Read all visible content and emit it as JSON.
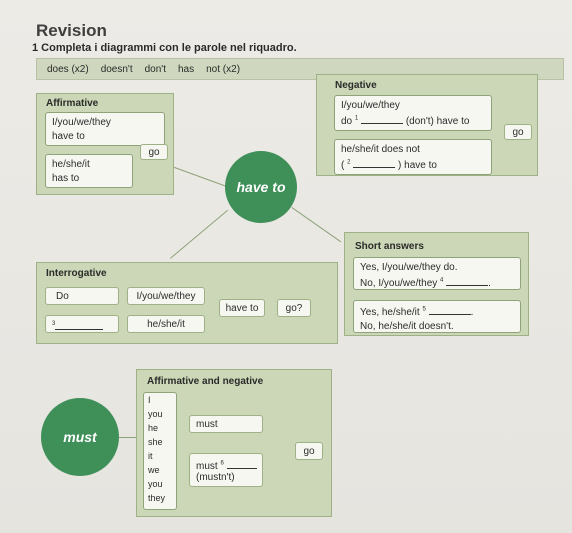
{
  "header": {
    "title": "Revision",
    "instruction": "1  Completa i diagrammi con le parole nel riquadro."
  },
  "word_box": [
    "does (x2)",
    "doesn't",
    "don't",
    "has",
    "not (x2)"
  ],
  "affirmative": {
    "title": "Affirmative",
    "line1": "I/you/we/they",
    "line2": "have to",
    "line3": "he/she/it",
    "line4": "has to",
    "go_label": "go"
  },
  "negative": {
    "title": "Negative",
    "line1": "I/you/we/they",
    "line2_prefix": "do",
    "line2_suffix": "(don't) have to",
    "line3": "he/she/it does not",
    "line4_prefix": "(",
    "line4_suffix": ") have to",
    "go_label": "go",
    "blank_num_1": "1",
    "blank_num_2": "2"
  },
  "center": {
    "have_to": "have to"
  },
  "short_answers": {
    "title": "Short answers",
    "line1": "Yes, I/you/we/they do.",
    "line2_prefix": "No, I/you/we/they",
    "line3_prefix": "Yes, he/she/it",
    "line4": "No, he/she/it doesn't.",
    "blank_num_4": "4",
    "blank_num_5": "5"
  },
  "interrogative": {
    "title": "Interrogative",
    "do_label": "Do",
    "pronouns1": "I/you/we/they",
    "pronouns2": "he/she/it",
    "have_to": "have to",
    "go": "go?",
    "blank_num_3": "3"
  },
  "affirmative_negative": {
    "title": "Affirmative and negative",
    "must_circle": "must",
    "pronouns": [
      "I",
      "you",
      "he",
      "she",
      "it",
      "we",
      "you",
      "they"
    ],
    "must_label": "must",
    "must_blank_label": "must",
    "mustnt": "(mustn't)",
    "go_label": "go",
    "blank_num_6": "6"
  }
}
